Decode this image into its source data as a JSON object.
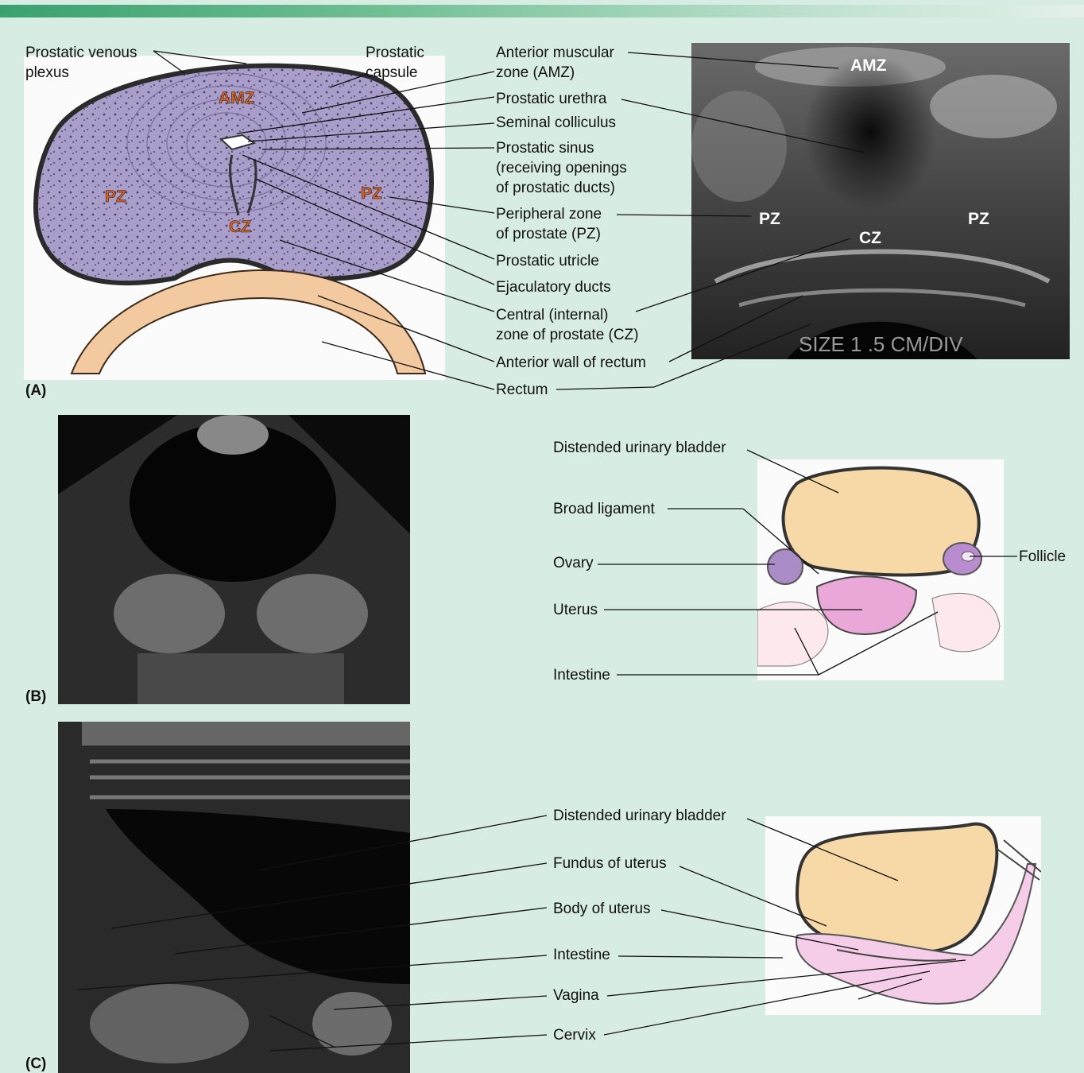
{
  "panels": {
    "a": "(A)",
    "b": "(B)",
    "c": "(C)"
  },
  "panel_a": {
    "left_labels": {
      "venous_plexus": "Prostatic venous\nplexus",
      "capsule": "Prostatic\ncapsule"
    },
    "callouts": {
      "amz": "Anterior muscular\nzone (AMZ)",
      "urethra": "Prostatic urethra",
      "colliculus": "Seminal colliculus",
      "sinus": "Prostatic sinus\n(receiving openings\nof prostatic ducts)",
      "pz": "Peripheral zone\nof prostate (PZ)",
      "utricle": "Prostatic utricle",
      "ejac": "Ejaculatory ducts",
      "cz": "Central (internal)\nzone of prostate (CZ)",
      "wall": "Anterior wall of rectum",
      "rectum": "Rectum"
    },
    "drawing_zone_labels": {
      "amz": "AMZ",
      "pz_left": "PZ",
      "pz_right": "PZ",
      "cz": "CZ"
    },
    "ultrasound_labels": {
      "amz": "AMZ",
      "pz_left": "PZ",
      "pz_right": "PZ",
      "cz": "CZ",
      "scale": "SIZE 1 .5 CM/DIV"
    }
  },
  "panel_b": {
    "bladder": "Distended urinary bladder",
    "broad": "Broad ligament",
    "ovary": "Ovary",
    "uterus": "Uterus",
    "intestine": "Intestine",
    "follicle": "Follicle"
  },
  "panel_c": {
    "bladder": "Distended urinary bladder",
    "fundus": "Fundus of uterus",
    "body": "Body of uterus",
    "intestine": "Intestine",
    "vagina": "Vagina",
    "cervix": "Cervix"
  },
  "colors": {
    "background": "#d7ece2",
    "zone_label": "#e0601a",
    "bladder_fill": "#f7d9a8",
    "uterus_fill": "#e9a8d4",
    "prostate_fill": "#a79ac6"
  }
}
